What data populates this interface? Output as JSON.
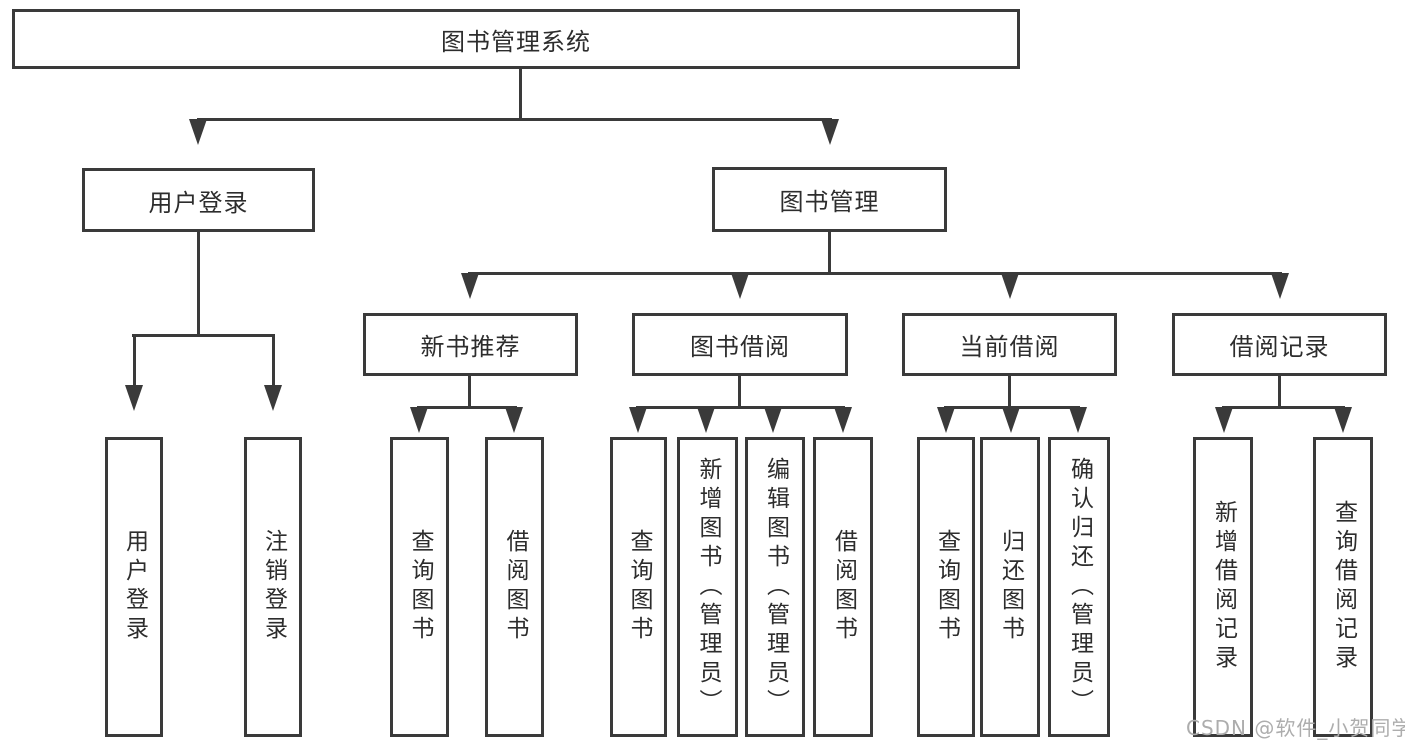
{
  "diagram": {
    "title_node": {
      "label": "图书管理系统"
    },
    "level2": [
      {
        "label": "用户登录"
      },
      {
        "label": "图书管理"
      }
    ],
    "level3": [
      {
        "label": "新书推荐"
      },
      {
        "label": "图书借阅"
      },
      {
        "label": "当前借阅"
      },
      {
        "label": "借阅记录"
      }
    ],
    "leaves": [
      {
        "label": "用户登录",
        "parent": "用户登录"
      },
      {
        "label": "注销登录",
        "parent": "用户登录"
      },
      {
        "label": "查询图书",
        "parent": "新书推荐"
      },
      {
        "label": "借阅图书",
        "parent": "新书推荐"
      },
      {
        "label": "查询图书",
        "parent": "图书借阅"
      },
      {
        "label": "新增图书（管理员）",
        "parent": "图书借阅"
      },
      {
        "label": "编辑图书（管理员）",
        "parent": "图书借阅"
      },
      {
        "label": "借阅图书",
        "parent": "图书借阅"
      },
      {
        "label": "查询图书",
        "parent": "当前借阅"
      },
      {
        "label": "归还图书",
        "parent": "当前借阅"
      },
      {
        "label": "确认归还（管理员）",
        "parent": "当前借阅"
      },
      {
        "label": "新增借阅记录",
        "parent": "借阅记录"
      },
      {
        "label": "查询借阅记录",
        "parent": "借阅记录"
      }
    ],
    "colors": {
      "line": "#3a3a3a",
      "text": "#2d2d2d",
      "background": "#ffffff",
      "watermark": "#adadad"
    }
  },
  "watermark": {
    "text": "CSDN @软件_小贺同学"
  }
}
